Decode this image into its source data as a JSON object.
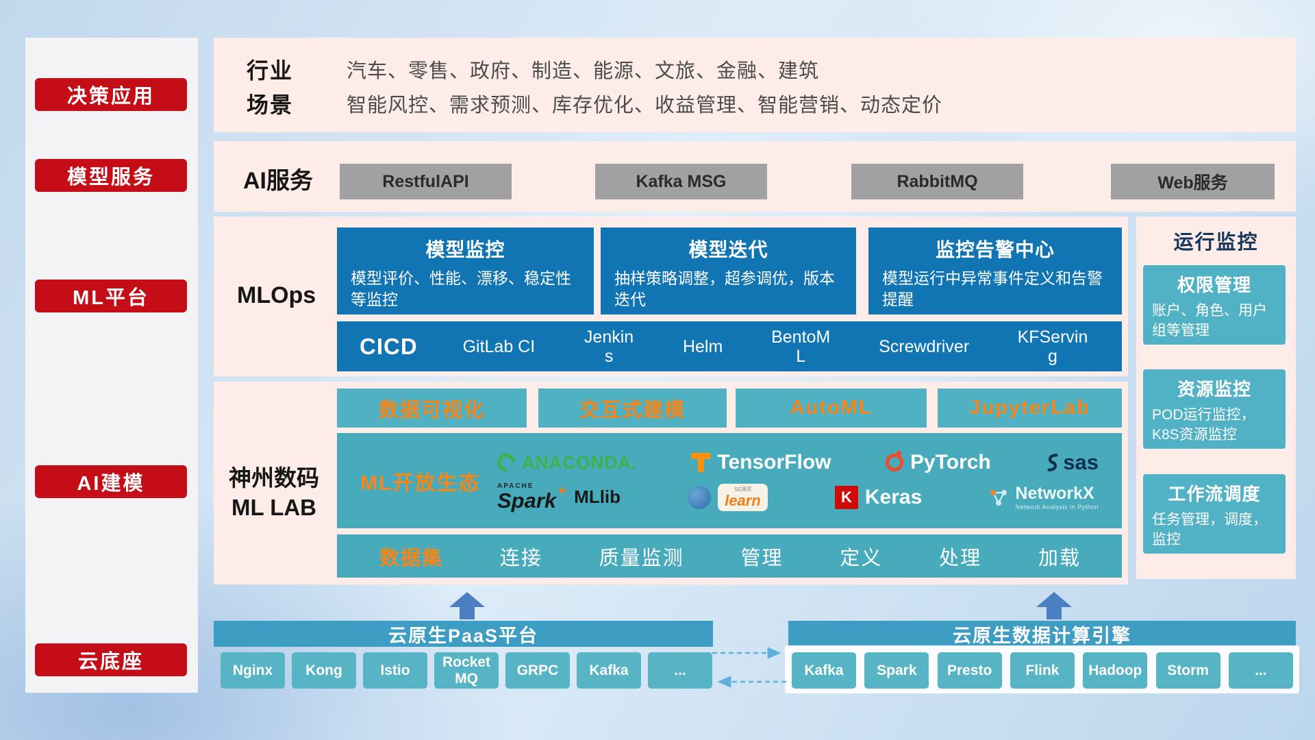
{
  "sidebar": {
    "items": [
      "决策应用",
      "模型服务",
      "ML平台",
      "AI建模",
      "云底座"
    ]
  },
  "industry": {
    "row1_label": "行业",
    "row1_text": "汽车、零售、政府、制造、能源、文旅、金融、建筑",
    "row2_label": "场景",
    "row2_text": "智能风控、需求预测、库存优化、收益管理、智能营销、动态定价"
  },
  "ai_service": {
    "label": "AI服务",
    "buttons": [
      "RestfulAPI",
      "Kafka MSG",
      "RabbitMQ",
      "Web服务"
    ]
  },
  "mlops": {
    "label": "MLOps",
    "cards": [
      {
        "title": "模型监控",
        "desc": "模型评价、性能、漂移、稳定性等监控"
      },
      {
        "title": "模型迭代",
        "desc": "抽样策略调整，超参调优，版本迭代"
      },
      {
        "title": "监控告警中心",
        "desc": "模型运行中异常事件定义和告警提醒"
      }
    ],
    "cicd": {
      "label": "CICD",
      "tools": [
        "GitLab CI",
        "Jenkins",
        "Helm",
        "BentoML",
        "Screwdriver",
        "KFServing"
      ]
    }
  },
  "monitor": {
    "title": "运行监控",
    "cards": [
      {
        "title": "权限管理",
        "desc": "账户、角色、用户组等管理"
      },
      {
        "title": "资源监控",
        "desc": "POD运行监控，K8S资源监控"
      },
      {
        "title": "工作流调度",
        "desc": "任务管理，调度，监控"
      }
    ]
  },
  "mllab": {
    "label_line1": "神州数码",
    "label_line2": "ML LAB",
    "top_tools": [
      "数据可视化",
      "交互式建模",
      "AutoML",
      "JupyterLab"
    ],
    "ecosystem": {
      "label": "ML开放生态",
      "anaconda": "ANACONDA.",
      "tensorflow": "TensorFlow",
      "pytorch": "PyTorch",
      "sas": "sas",
      "spark_apache": "APACHE",
      "spark": "Spark",
      "mllib": "MLlib",
      "scikit": "scikit",
      "learn": "learn",
      "keras_k": "K",
      "keras": "Keras",
      "networkx": "NetworkX",
      "networkx_sub": "Network Analysis in Python"
    },
    "dataset": {
      "label": "数据集",
      "items": [
        "连接",
        "质量监测",
        "管理",
        "定义",
        "处理",
        "加载"
      ]
    }
  },
  "bottom": {
    "paas_title": "云原生PaaS平台",
    "paas_items": [
      "Nginx",
      "Kong",
      "Istio",
      "RocketMQ",
      "GRPC",
      "Kafka",
      "..."
    ],
    "engine_title": "云原生数据计算引擎",
    "engine_items": [
      "Kafka",
      "Spark",
      "Presto",
      "Flink",
      "Hadoop",
      "Storm",
      "..."
    ]
  },
  "icons": {
    "spark_star": "★"
  },
  "colors": {
    "sidebar_red": "#c40d17",
    "panel_pink": "#fdece7",
    "deep_blue": "#1174b3",
    "teal": "#4aafc0",
    "orange": "#f5861a",
    "bar_blue": "#3e9dc2",
    "chip_teal": "#57b4c4",
    "arrow_blue": "#4a80c2"
  }
}
